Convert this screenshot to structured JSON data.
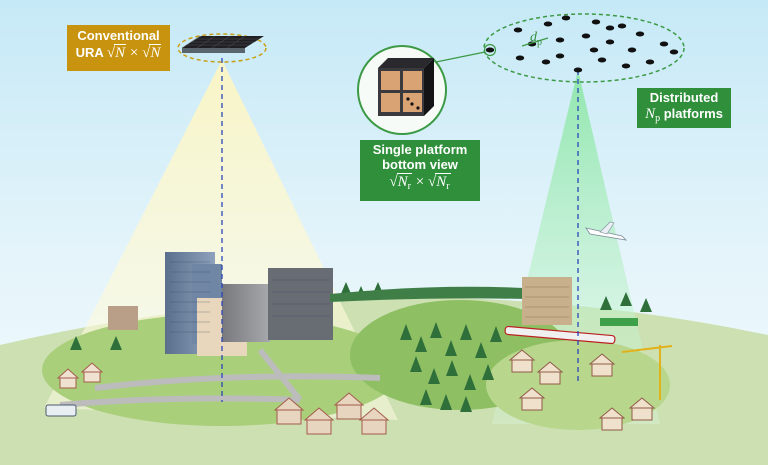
{
  "labels": {
    "conventional": {
      "title": "Conventional",
      "prefix": "URA",
      "sym": "N",
      "times": "×"
    },
    "distributed": {
      "title": "Distributed",
      "sym": "N",
      "sub": "p",
      "suffix": "platforms"
    },
    "single_platform": {
      "line1": "Single platform",
      "line2": "bottom view",
      "sym": "N",
      "sub": "r",
      "times": "×"
    },
    "spacing": {
      "sym": "d",
      "sub": "p"
    }
  },
  "colors": {
    "conventional_box": "#c8940f",
    "distributed_box": "#2f8f3a",
    "single_box": "#2f8f3a",
    "sky_top": "#bfe6f6",
    "ground": "#cfe2b4",
    "beam_yellow": "#fff7c8",
    "beam_green": "#b5f0c2",
    "dashed_line": "#2a47b8",
    "ellipse_green": "#3c9a45",
    "ellipse_yellow": "#c8a018"
  },
  "icons": [
    "satellite-array-icon",
    "platform-dot-icon",
    "airplane-icon",
    "crane-icon",
    "train-icon",
    "bus-icon",
    "tree-icon",
    "house-icon",
    "building-icon"
  ]
}
